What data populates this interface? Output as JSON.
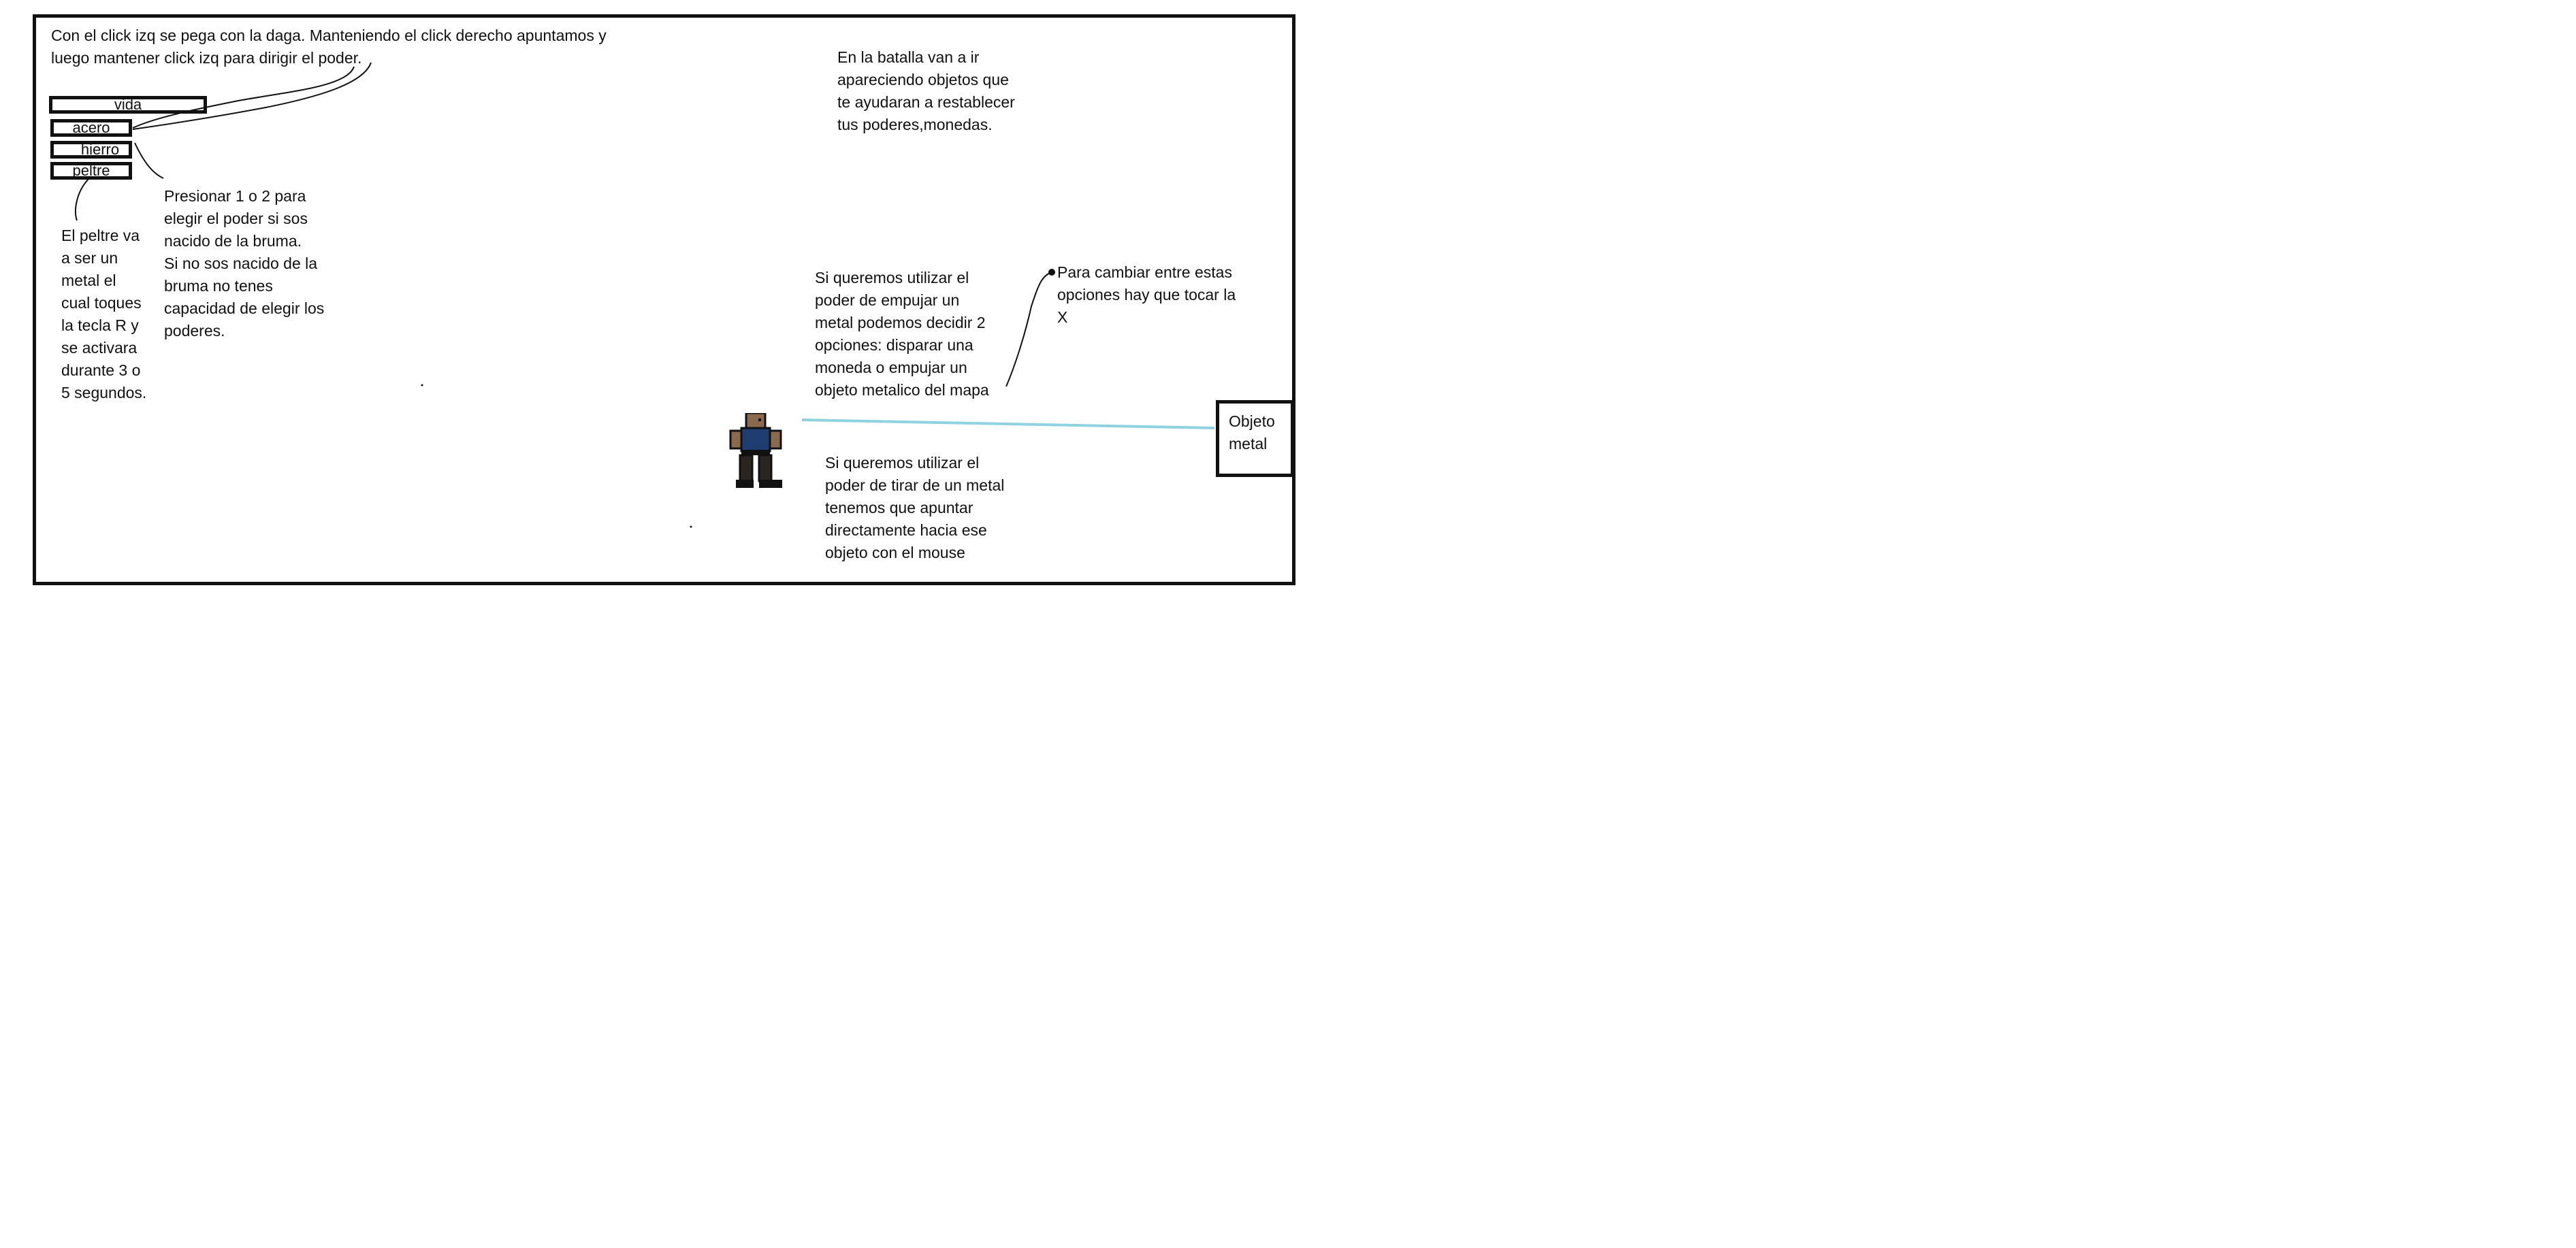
{
  "instructions": {
    "attack_and_aim": "Con el click izq se pega con la daga. Manteniendo el click derecho apuntamos y\nluego mantener click izq para dirigir el poder.",
    "battle_items": "En la batalla van a ir\napareciendo objetos que\nte ayudaran a restablecer\ntus poderes,monedas.",
    "push_metal": "Si queremos utilizar el\npoder de empujar un\nmetal podemos decidir 2\nopciones: disparar una\nmoneda o empujar un\nobjeto metalico del mapa",
    "switch_options": "Para cambiar entre estas\nopciones hay que tocar la\nX",
    "pull_metal": "Si queremos utilizar el\npoder de tirar de un metal\ntenemos que apuntar\ndirectamente hacia ese\nobjeto con el mouse",
    "choose_power": "Presionar 1 o 2 para\nelegir el poder si sos\nnacido de la bruma.\nSi no sos nacido de la\nbruma no tenes\ncapacidad de elegir los\npoderes.",
    "peltre": "El peltre va\na ser un\nmetal el\ncual toques\nla tecla R  y\nse activara\ndurante 3 o\n5 segundos."
  },
  "hud": {
    "bars": {
      "vida": "vida",
      "acero": "acero",
      "hierro": "hierro",
      "peltre": "peltre"
    }
  },
  "map": {
    "metal_object_label": "Objeto\nmetal",
    "aim_line_color": "#8fd3e3"
  },
  "sketch": {
    "ink_color": "#111111",
    "frame_border_color": "#111111",
    "player_colors": {
      "skin": "#8a6a4e",
      "shirt": "#1f3d70",
      "pants": "#2b2522",
      "outline": "#111111"
    }
  }
}
